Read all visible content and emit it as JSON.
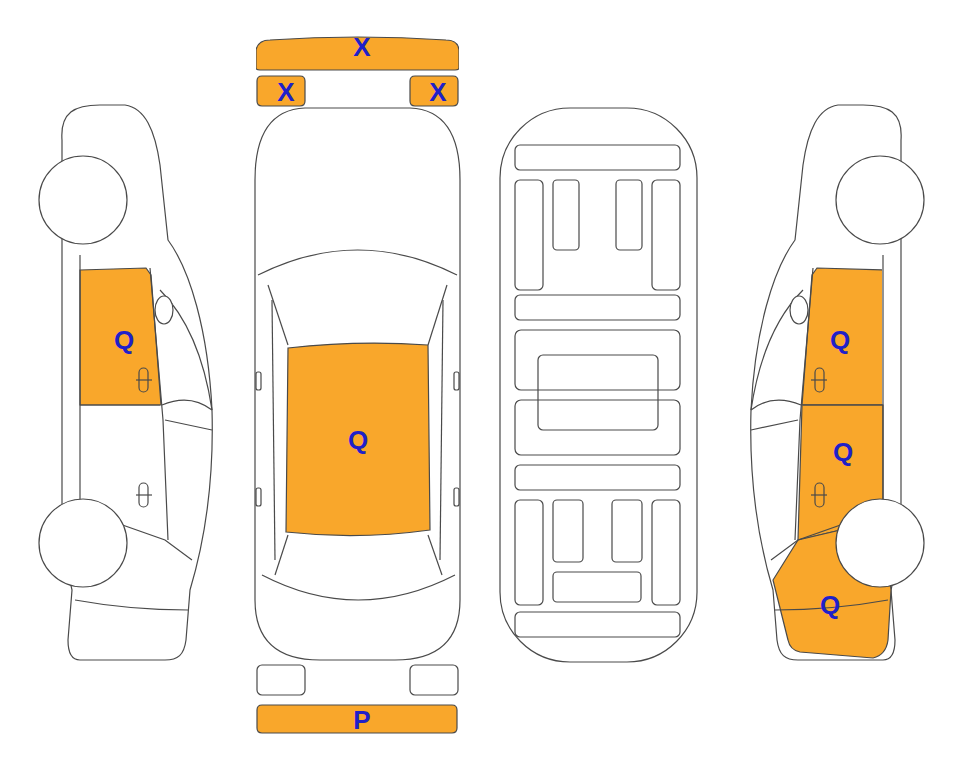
{
  "diagram": {
    "nodes": [
      {
        "text": [
          "X"
        ]
      },
      {
        "text": [
          "X"
        ]
      },
      {
        "text": [
          "X"
        ]
      },
      {
        "text": [
          "Q"
        ]
      },
      {
        "text": [
          "Q"
        ]
      },
      {
        "text": [
          "Q"
        ]
      },
      {
        "text": [
          "Q"
        ]
      },
      {
        "text": [
          "Q"
        ]
      },
      {
        "text": [
          "P"
        ]
      }
    ]
  }
}
